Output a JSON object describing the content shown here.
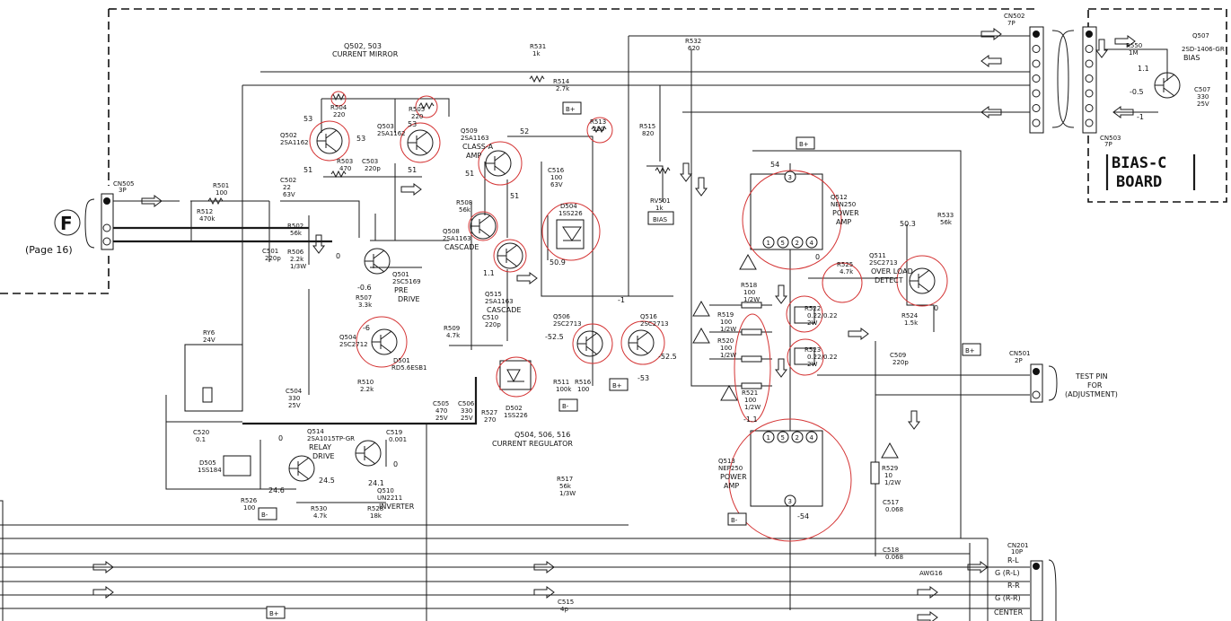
{
  "connectors": {
    "cn505": {
      "ref": "CN505",
      "pins": "3P"
    },
    "cn502": {
      "ref": "CN502",
      "pins": "7P"
    },
    "cn503": {
      "ref": "CN503",
      "pins": "7P"
    },
    "cn501": {
      "ref": "CN501",
      "pins": "2P"
    },
    "cn201": {
      "ref": "CN201",
      "pins": "10P"
    }
  },
  "page_ref": {
    "letter": "F",
    "text": "(Page 16)"
  },
  "bias_board": {
    "line1": "BIAS-C",
    "line2": "BOARD"
  },
  "headings": {
    "current_mirror_ref": "Q502, 503",
    "current_mirror": "CURRENT MIRROR",
    "current_regulator_ref": "Q504, 506, 516",
    "current_regulator": "CURRENT REGULATOR"
  },
  "test_pin": {
    "line1": "TEST PIN",
    "line2": "FOR",
    "line3": "(ADJUSTMENT)"
  },
  "output_pins": [
    "R-L",
    "G (R-L)",
    "R-R",
    "G (R-R)",
    "CENTER"
  ],
  "awg": "AWG16",
  "power_tags": [
    "B+",
    "B-"
  ],
  "transistors": [
    {
      "ref": "Q502",
      "part": "2SA1162"
    },
    {
      "ref": "Q503",
      "part": "2SA1162"
    },
    {
      "ref": "Q509",
      "part": "2SA1163",
      "role": "CLASS-A",
      "role2": "AMP"
    },
    {
      "ref": "Q508",
      "part": "2SA1163",
      "role": "CASCADE"
    },
    {
      "ref": "Q515",
      "part": "2SA1163",
      "role": "CASCADE"
    },
    {
      "ref": "Q501",
      "part": "2SC5169",
      "role": "PRE",
      "role2": "DRIVE"
    },
    {
      "ref": "Q504",
      "part": "2SC2712"
    },
    {
      "ref": "Q506",
      "part": "2SC2713"
    },
    {
      "ref": "Q516",
      "part": "2SC2713"
    },
    {
      "ref": "Q512",
      "part": "NEN250",
      "role": "POWER",
      "role2": "AMP"
    },
    {
      "ref": "Q513",
      "part": "NEP250",
      "role": "POWER",
      "role2": "AMP"
    },
    {
      "ref": "Q511",
      "part": "2SC2713",
      "role": "OVER LOAD",
      "role2": "DETECT"
    },
    {
      "ref": "Q514",
      "part": "2SA1015TP-GR",
      "role": "RELAY",
      "role2": "DRIVE"
    },
    {
      "ref": "Q510",
      "part": "UN2211",
      "role": "INVERTER"
    },
    {
      "ref": "Q507",
      "part": "2SD-1406-GR",
      "role": "BIAS"
    }
  ],
  "resistors": [
    {
      "ref": "R504",
      "val": "220"
    },
    {
      "ref": "R505",
      "val": "220"
    },
    {
      "ref": "R503",
      "val": "470"
    },
    {
      "ref": "R501",
      "val": "100"
    },
    {
      "ref": "R512",
      "val": "470k"
    },
    {
      "ref": "R502",
      "val": "56k"
    },
    {
      "ref": "R506",
      "val": "2.2k",
      "val2": "1/3W"
    },
    {
      "ref": "R507",
      "val": "3.3k"
    },
    {
      "ref": "R510",
      "val": "2.2k"
    },
    {
      "ref": "R531",
      "val": "1k"
    },
    {
      "ref": "R514",
      "val": "2.7k"
    },
    {
      "ref": "R532",
      "val": "620"
    },
    {
      "ref": "R515",
      "val": "820"
    },
    {
      "ref": "R513",
      "val": "220"
    },
    {
      "ref": "R508",
      "val": "56k"
    },
    {
      "ref": "R509",
      "val": "4.7k"
    },
    {
      "ref": "R511",
      "val": "100k"
    },
    {
      "ref": "R516",
      "val": "100"
    },
    {
      "ref": "R527",
      "val": "270"
    },
    {
      "ref": "R517",
      "val": "56k",
      "val2": "1/3W"
    },
    {
      "ref": "R518",
      "val": "100",
      "val2": "1/2W"
    },
    {
      "ref": "R519",
      "val": "100",
      "val2": "1/2W"
    },
    {
      "ref": "R520",
      "val": "100",
      "val2": "1/2W"
    },
    {
      "ref": "R521",
      "val": "100",
      "val2": "1/2W"
    },
    {
      "ref": "R522",
      "val": "0.22/0.22",
      "val2": "2W"
    },
    {
      "ref": "R523",
      "val": "0.22/0.22",
      "val2": "2W"
    },
    {
      "ref": "R525",
      "val": "4.7k"
    },
    {
      "ref": "R524",
      "val": "1.5k"
    },
    {
      "ref": "R533",
      "val": "56k"
    },
    {
      "ref": "R529",
      "val": "10",
      "val2": "1/2W"
    },
    {
      "ref": "R526",
      "val": "100"
    },
    {
      "ref": "R530",
      "val": "4.7k"
    },
    {
      "ref": "R528",
      "val": "18k"
    },
    {
      "ref": "R550",
      "val": "1M"
    }
  ],
  "capacitors": [
    {
      "ref": "C502",
      "val": "22",
      "val2": "63V"
    },
    {
      "ref": "C503",
      "val": "220p"
    },
    {
      "ref": "C501",
      "val": "220p"
    },
    {
      "ref": "C516",
      "val": "100",
      "val2": "63V"
    },
    {
      "ref": "C510",
      "val": "220p"
    },
    {
      "ref": "C504",
      "val": "330",
      "val2": "25V"
    },
    {
      "ref": "C505",
      "val": "470",
      "val2": "25V"
    },
    {
      "ref": "C506",
      "val": "330",
      "val2": "25V"
    },
    {
      "ref": "C519",
      "val": "0.001"
    },
    {
      "ref": "C520",
      "val": "0.1"
    },
    {
      "ref": "C509",
      "val": "220p"
    },
    {
      "ref": "C517",
      "val": "0.068"
    },
    {
      "ref": "C518",
      "val": "0.068"
    },
    {
      "ref": "C515",
      "val": "4p"
    },
    {
      "ref": "C507",
      "val": "330",
      "val2": "25V"
    }
  ],
  "diodes": [
    {
      "ref": "D504",
      "part": "1SS226"
    },
    {
      "ref": "D502",
      "part": "1SS226"
    },
    {
      "ref": "D505",
      "part": "1SS184"
    },
    {
      "ref": "D501",
      "part": "RD5.6ESB1"
    }
  ],
  "relay": {
    "ref": "RY6",
    "val": "24V"
  },
  "trimmer": {
    "ref": "RV501",
    "val": "1k",
    "tag": "BIAS"
  },
  "voltages": [
    "53",
    "51",
    "53",
    "53",
    "51",
    "52",
    "51",
    "51",
    "50.9",
    "1.1",
    "0",
    "-0.6",
    "-6",
    "-52.5",
    "-1",
    "-52.5",
    "-53",
    "54",
    "50.3",
    "0",
    "0",
    "-1.1",
    "-54",
    "0",
    "24.5",
    "24.6",
    "24.1",
    "0",
    "1.1",
    "-0.5",
    "-1"
  ],
  "pin_numbers": [
    "1",
    "5",
    "2",
    "4",
    "3"
  ]
}
